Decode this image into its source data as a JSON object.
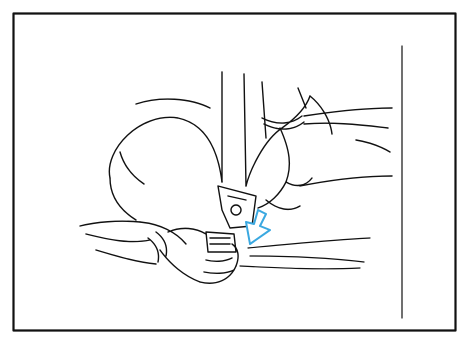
{
  "figure": {
    "icons": {
      "frame": "border-frame",
      "divider": "vertical-divider-line",
      "belt": "seat-belt-webbing",
      "latch_plate": "latch-plate",
      "buckle": "buckle",
      "arrow": "insert-arrow"
    },
    "colors": {
      "line": "#111111",
      "arrow": "#3aa8e0",
      "background": "#ffffff"
    }
  }
}
